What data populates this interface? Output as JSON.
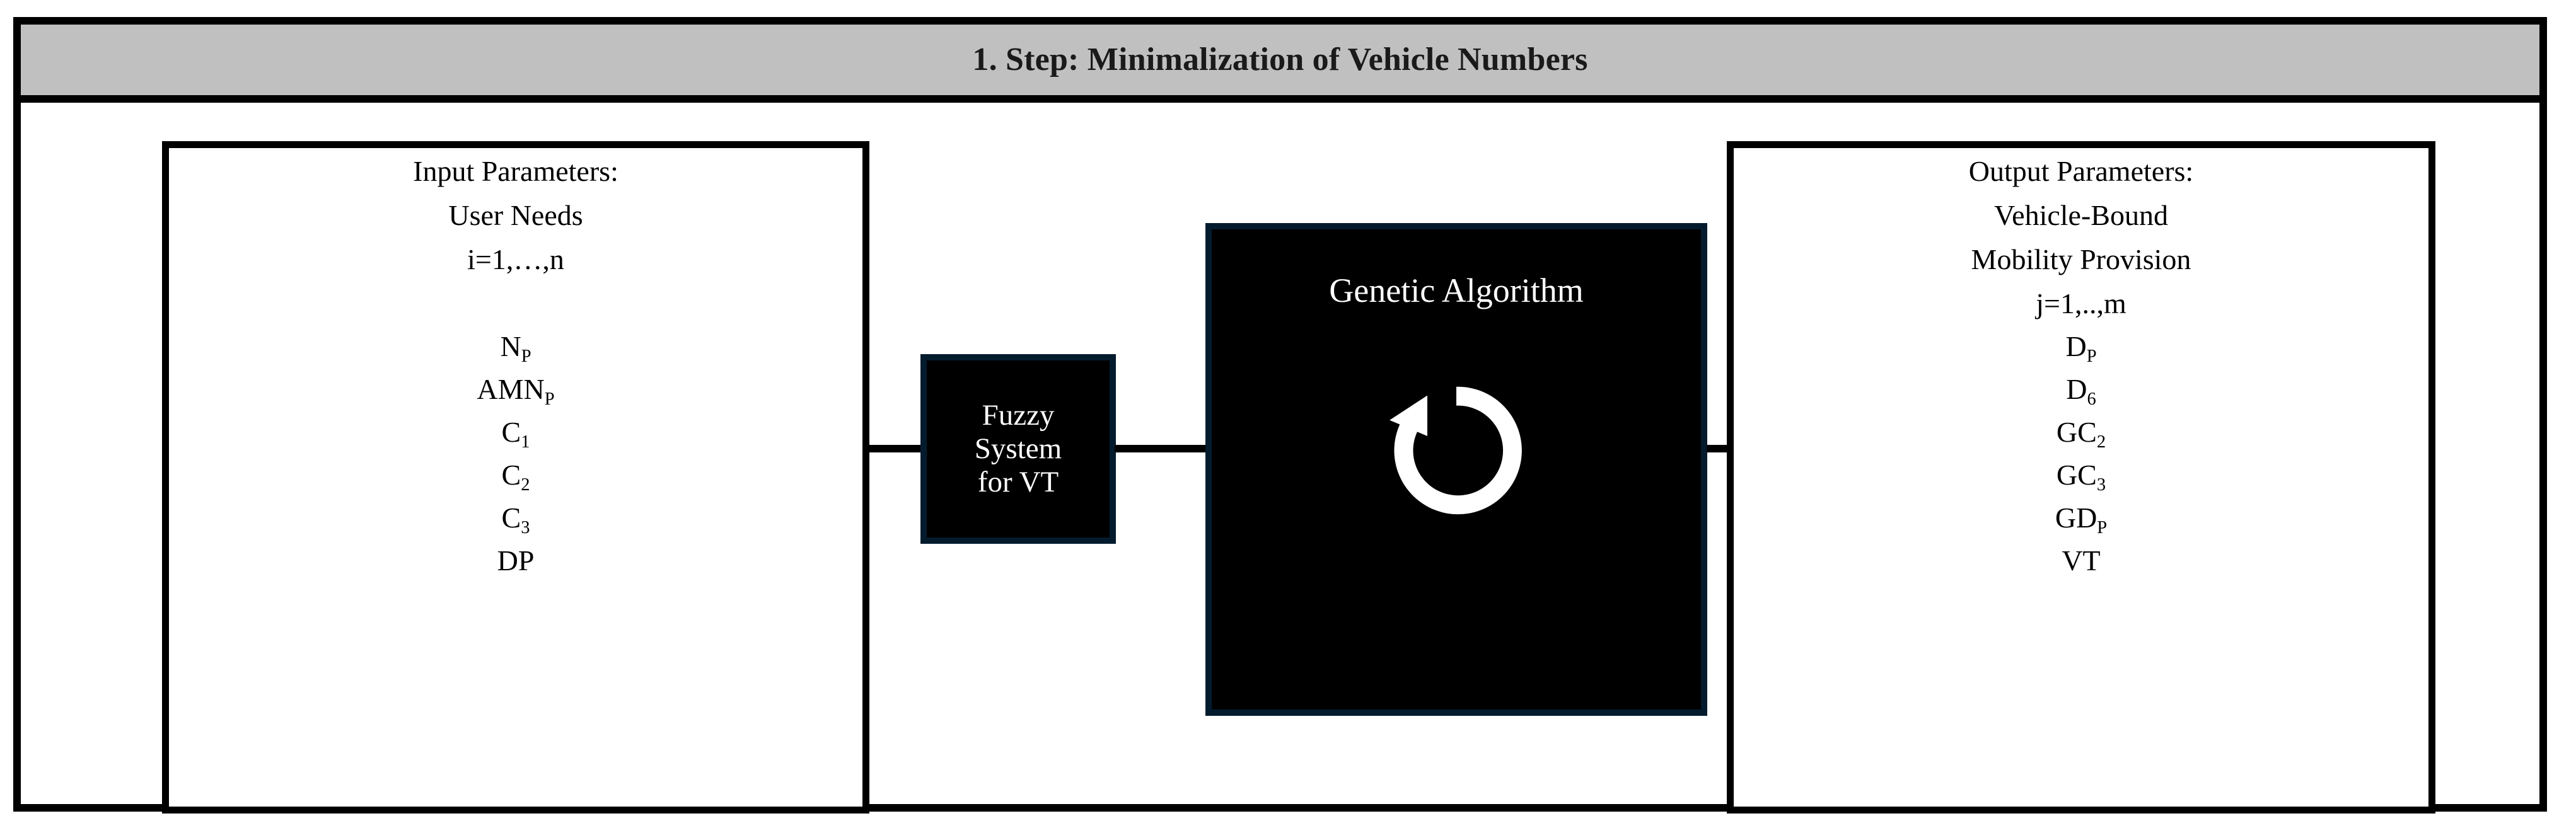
{
  "header": {
    "title": "1. Step: Minimalization of Vehicle Numbers",
    "background_color": "#c0c0c0",
    "border_color": "#000000"
  },
  "input_box": {
    "heading": "Input Parameters:",
    "subheading": "User Needs",
    "index": "i=1,…,n",
    "items": [
      {
        "base": "N",
        "sub": "P"
      },
      {
        "base": "AMN",
        "sub": "P"
      },
      {
        "base": "C",
        "sub": "1"
      },
      {
        "base": "C",
        "sub": "2"
      },
      {
        "base": "C",
        "sub": "3"
      },
      {
        "base": "DP",
        "sub": ""
      }
    ]
  },
  "fuzzy_box": {
    "line1": "Fuzzy",
    "line2": "System",
    "line3": "for VT",
    "fill_color": "#000000",
    "border_color": "#041b2e",
    "text_color": "#ffffff"
  },
  "ga_box": {
    "title": "Genetic Algorithm",
    "icon": "circular-arrow-loop-icon",
    "fill_color": "#000000",
    "border_color": "#041b2e",
    "text_color": "#ffffff"
  },
  "output_box": {
    "heading": "Output Parameters:",
    "subheading_line1": "Vehicle-Bound",
    "subheading_line2": "Mobility Provision",
    "index": "j=1,..,m",
    "items": [
      {
        "base": "D",
        "sub": "P"
      },
      {
        "base": "D",
        "sub": "6"
      },
      {
        "base": "GC",
        "sub": "2"
      },
      {
        "base": "GC",
        "sub": "3"
      },
      {
        "base": "GD",
        "sub": "P"
      },
      {
        "base": "VT",
        "sub": ""
      }
    ]
  },
  "connectors": {
    "input_to_fuzzy": "line",
    "fuzzy_to_ga": "line",
    "ga_to_output": "arrow-right"
  }
}
